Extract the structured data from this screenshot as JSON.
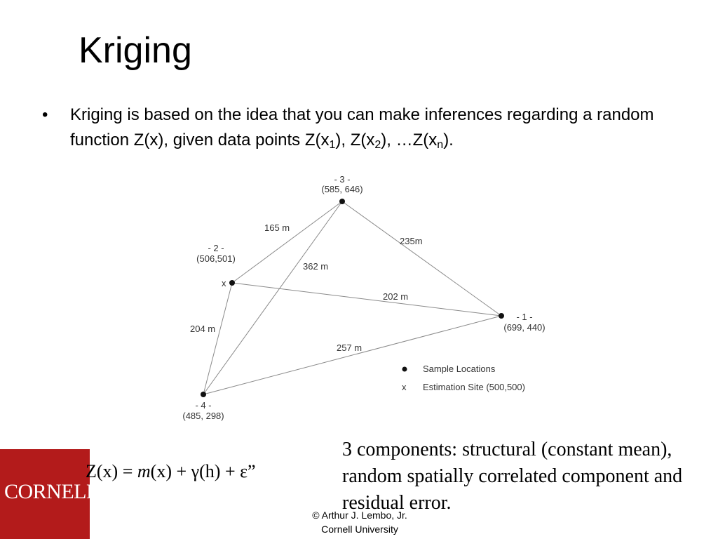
{
  "slide": {
    "title": "Kriging",
    "bullet": {
      "marker": "•",
      "parts": {
        "p1": "Kriging is based on the idea that you can make inferences regarding a random function Z(x), given data points Z(x",
        "s1": "1",
        "p2": "), Z(x",
        "s2": "2",
        "p3": "), …Z(x",
        "s3": "n",
        "p4": ")."
      }
    },
    "diagram": {
      "points": [
        {
          "id": "p3",
          "name": "- 3 -",
          "coords": "(585, 646)"
        },
        {
          "id": "p2",
          "name": "- 2 -",
          "coords": "(506,501)"
        },
        {
          "id": "p1",
          "name": "- 1 -",
          "coords": "(699, 440)"
        },
        {
          "id": "p4",
          "name": "- 4 -",
          "coords": "(485, 298)"
        }
      ],
      "estimation_marker": "x",
      "distances": {
        "d23": "165 m",
        "d13": "235m",
        "d34": "362 m",
        "d12": "202 m",
        "d24": "204 m",
        "d14": "257 m"
      },
      "legend": {
        "sample": "Sample Locations",
        "estimation_marker": "x",
        "estimation": "Estimation Site (500,500)"
      }
    },
    "logo_text": "CORNELL",
    "formula": {
      "a": "Z(x) = ",
      "m": "m",
      "b": "(x) + γ(h) + ε”"
    },
    "components_text": "3 components: structural (constant mean), random spatially correlated component and residual error.",
    "copyright": {
      "line1": "© Arthur J. Lembo, Jr.",
      "line2": "Cornell University"
    },
    "colors": {
      "logo_background": "#b31b1b",
      "line": "#8a8a8a"
    }
  }
}
